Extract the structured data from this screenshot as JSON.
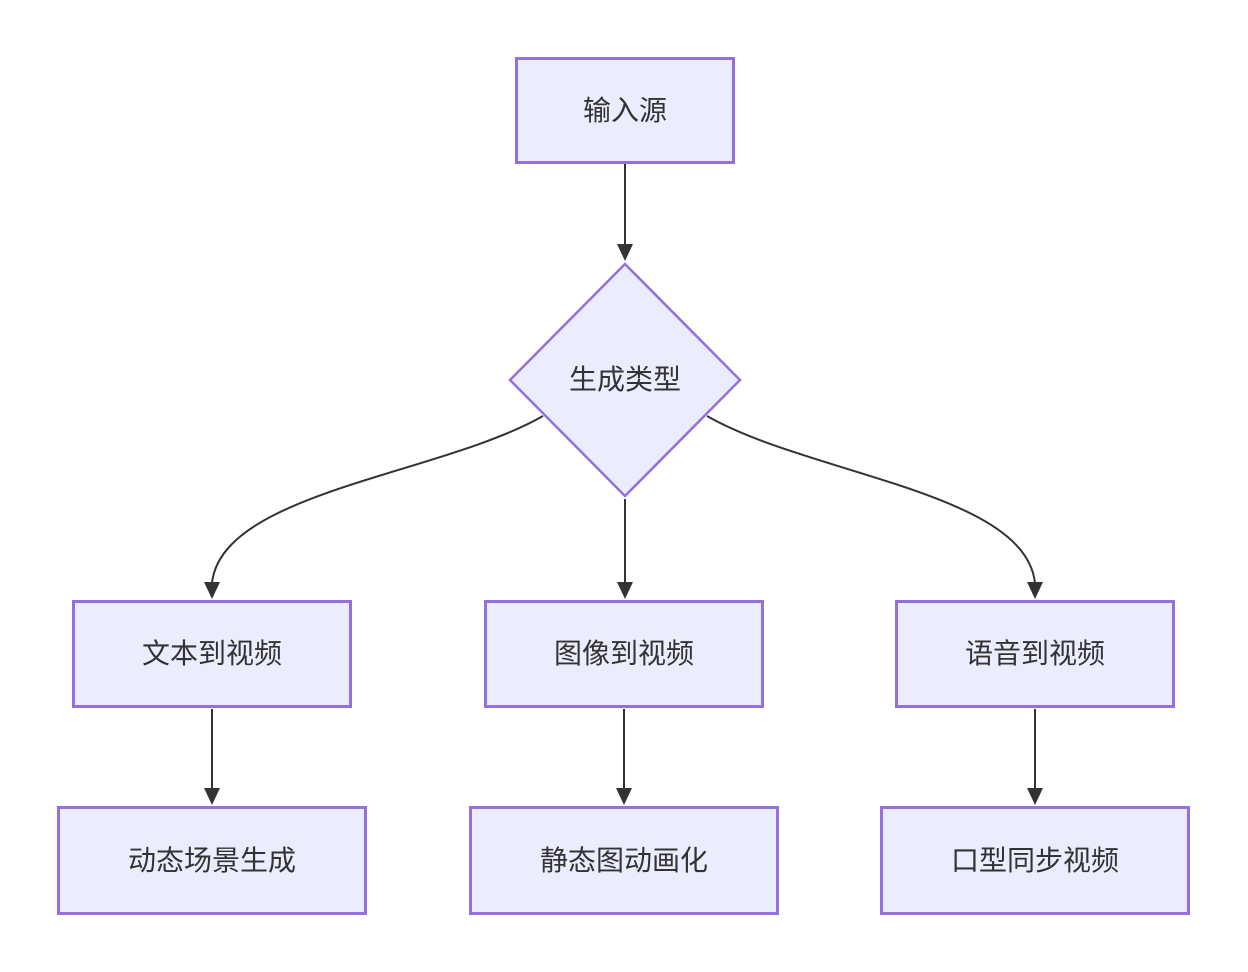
{
  "diagram": {
    "type": "flowchart-top-down",
    "colors": {
      "background": "#ffffff",
      "node_fill": "#ECECFF",
      "node_border": "#9370DB",
      "edge_color": "#333333",
      "text_color": "#333333"
    },
    "nodes": {
      "input_source": {
        "label": "输入源",
        "shape": "rect"
      },
      "generation_type": {
        "label": "生成类型",
        "shape": "diamond"
      },
      "text_to_video": {
        "label": "文本到视频",
        "shape": "rect"
      },
      "image_to_video": {
        "label": "图像到视频",
        "shape": "rect"
      },
      "speech_to_video": {
        "label": "语音到视频",
        "shape": "rect"
      },
      "dynamic_scene_generation": {
        "label": "动态场景生成",
        "shape": "rect"
      },
      "static_image_animation": {
        "label": "静态图动画化",
        "shape": "rect"
      },
      "lip_sync_video": {
        "label": "口型同步视频",
        "shape": "rect"
      }
    },
    "edges": [
      {
        "from": "input_source",
        "to": "generation_type"
      },
      {
        "from": "generation_type",
        "to": "text_to_video"
      },
      {
        "from": "generation_type",
        "to": "image_to_video"
      },
      {
        "from": "generation_type",
        "to": "speech_to_video"
      },
      {
        "from": "text_to_video",
        "to": "dynamic_scene_generation"
      },
      {
        "from": "image_to_video",
        "to": "static_image_animation"
      },
      {
        "from": "speech_to_video",
        "to": "lip_sync_video"
      }
    ]
  }
}
